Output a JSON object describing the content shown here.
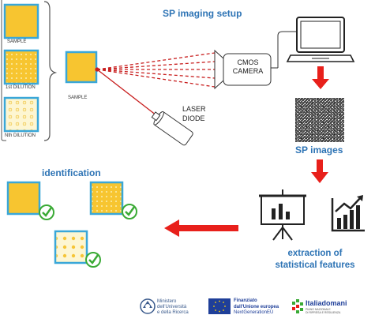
{
  "title": "SP imaging setup",
  "samples": {
    "sample_label": "SAMPLE",
    "first_dilution_label": "1st DILUTION",
    "nth_dilution_label": "Nth DILUTION",
    "main_sample_label": "SAMPLE"
  },
  "camera_label_line1": "CMOS",
  "camera_label_line2": "CAMERA",
  "laser_label_line1": "LASER",
  "laser_label_line2": "DIODE",
  "sp_images_label": "SP images",
  "identification_label": "identification",
  "extraction_line1": "extraction of",
  "extraction_line2": "statistical features",
  "logos": {
    "ministry_line1": "Ministero",
    "ministry_line2": "dell'Università",
    "ministry_line3": "e della Ricerca",
    "eu_line1": "Finanziato",
    "eu_line2": "dall'Unione europea",
    "eu_line3": "NextGenerationEU",
    "italia_domani": "Italiadomani",
    "italia_sub1": "PIANO NAZIONALE",
    "italia_sub2": "DI RIPRESA E RESILIENZA"
  },
  "colors": {
    "sample_fill": "#f7c530",
    "sample_border": "#3aa7d8",
    "arrow_red": "#e8201b",
    "title_blue": "#2e74b5",
    "check_green": "#3aaa35",
    "laser_red": "#c81e1e"
  }
}
